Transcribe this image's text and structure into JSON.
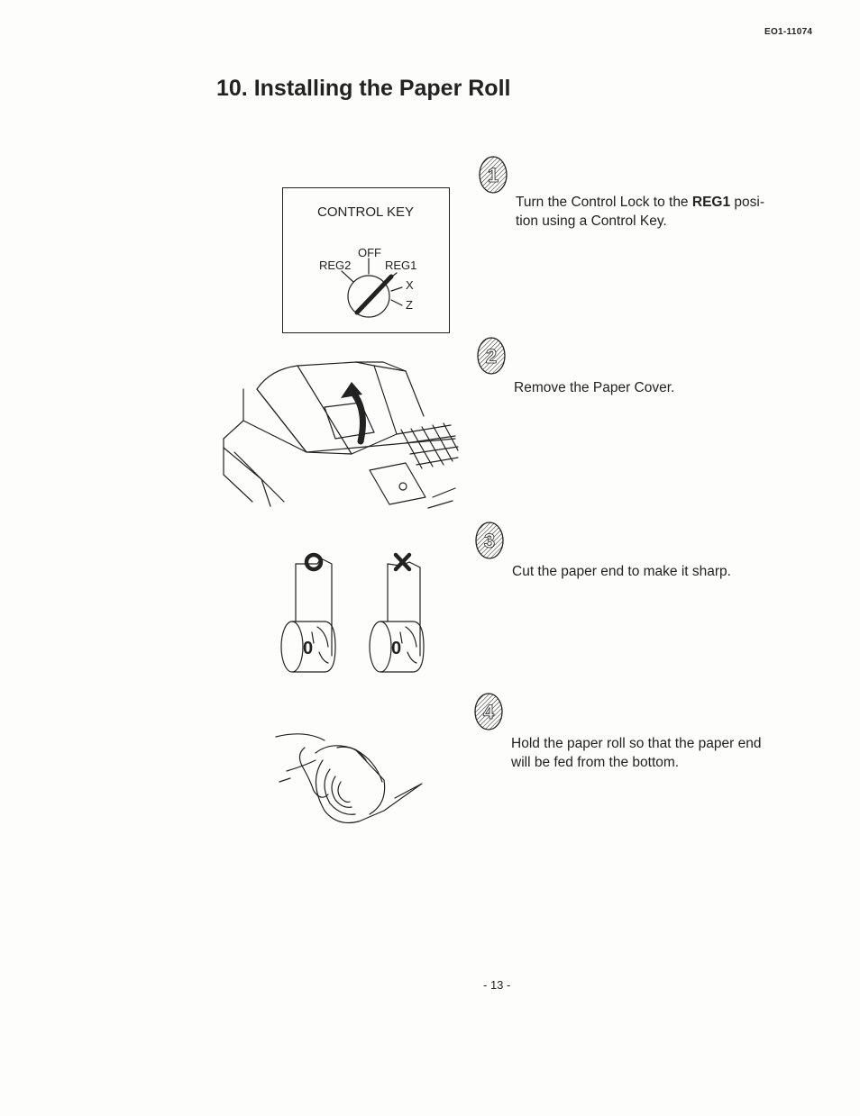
{
  "header": {
    "doc_code": "EO1-11074"
  },
  "title": "10. Installing the Paper Roll",
  "control_key_box": {
    "title": "CONTROL KEY",
    "labels": {
      "off": "OFF",
      "reg2": "REG2",
      "reg1": "REG1",
      "x": "X",
      "z": "Z"
    }
  },
  "steps": [
    {
      "number": "1",
      "text_before": "Turn the Control Lock to the ",
      "bold": "REG1",
      "text_after": " posi-",
      "line2": "tion using a Control Key."
    },
    {
      "number": "2",
      "text": "Remove the Paper Cover."
    },
    {
      "number": "3",
      "text": "Cut the paper end to make it sharp."
    },
    {
      "number": "4",
      "line1": "Hold the paper roll so that the paper end",
      "line2": "will be fed from the bottom."
    }
  ],
  "page_number": "- 13 -"
}
